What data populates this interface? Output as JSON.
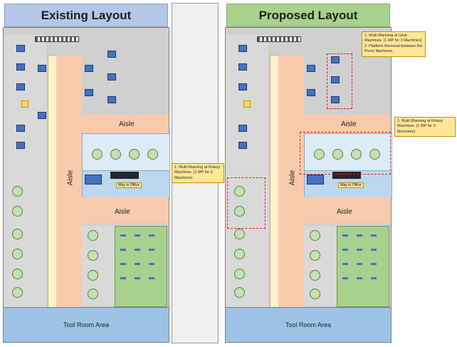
{
  "existing": {
    "title": "Existing Layout",
    "aisle_top": "Aisle",
    "aisle_vertical": "Aisle",
    "aisle_mid": "Aisle",
    "way_to_office": "Way to Office",
    "tool_room": "Tool Room Area"
  },
  "proposed": {
    "title": "Proposed Layout",
    "aisle_top": "Aisle",
    "aisle_vertical": "Aisle",
    "aisle_mid": "Aisle",
    "way_to_office": "Way to Office",
    "tool_room": "Tool Room Area",
    "callout_rotary_left": "1. Multi Manning at Rotary Machines. (1 MP for 3 Machines)",
    "callout_rotary_right": "1. Multi Manning at Rotary Machines. (1 MP for 3 Machines)",
    "callout_gear": "1. Multi Manning at Gear Machines. (1 MP for 3 Machines)\n2. Platform Removal between the Press Machines."
  },
  "colors": {
    "existing_header": "#b4c7e7",
    "proposed_header": "#a9d18e",
    "aisle": "#f8cbad",
    "tool_room": "#9dc3e6",
    "highlight": "#e0201c",
    "callout": "#ffe699"
  }
}
